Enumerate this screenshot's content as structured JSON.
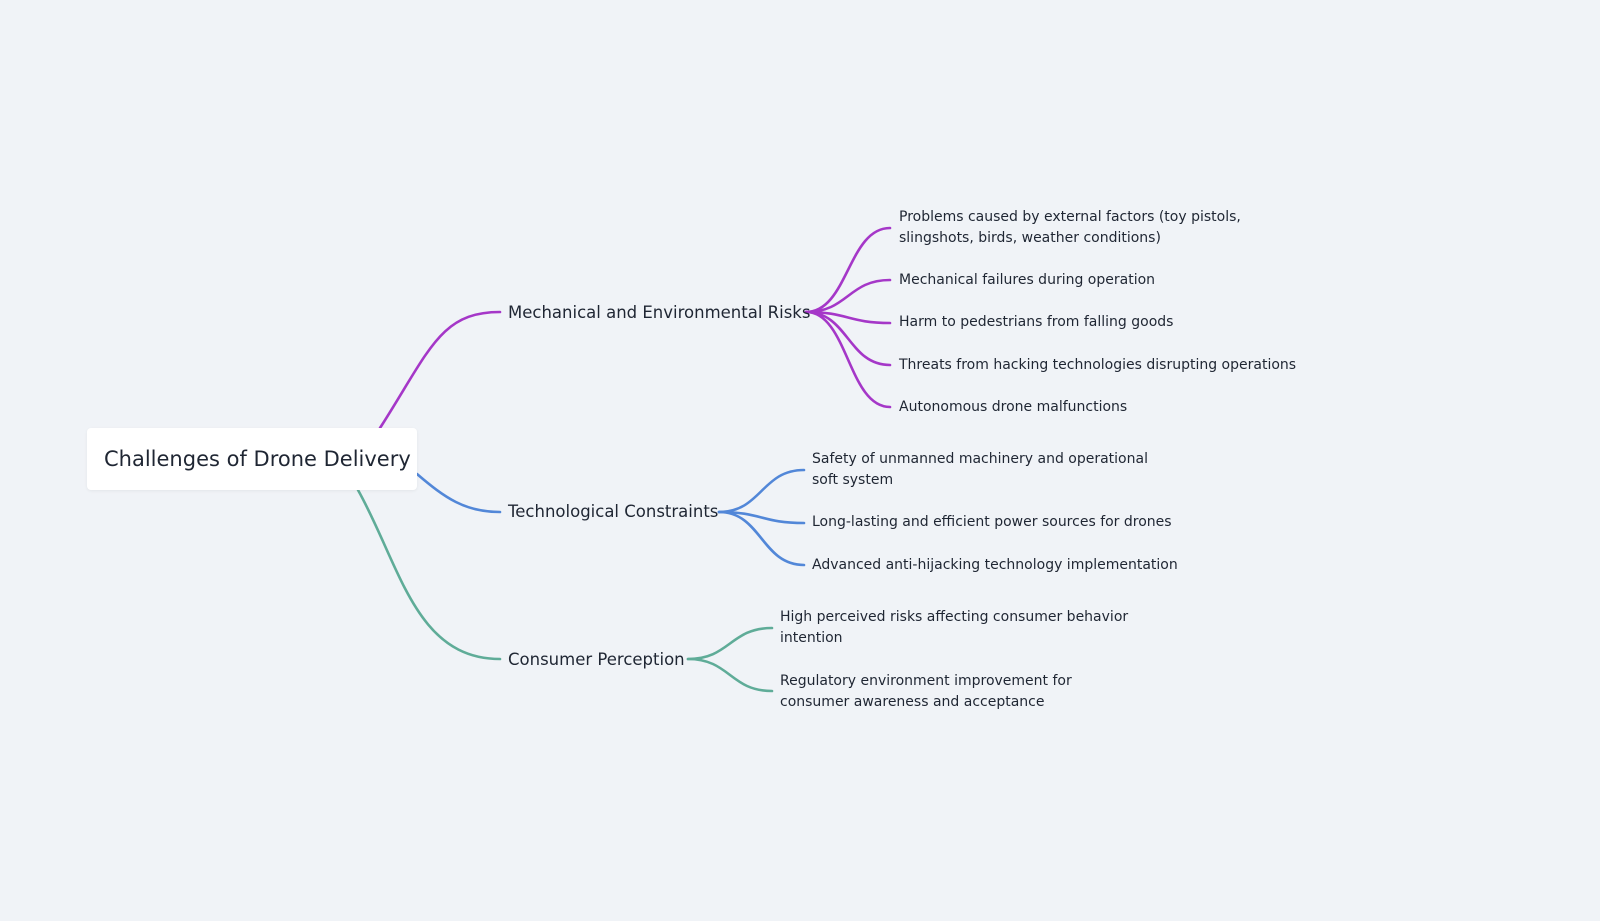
{
  "colors": {
    "background": "#f0f3f7",
    "mechanical_branch": "#a537c8",
    "technological_branch": "#5287d8",
    "consumer_branch": "#5fac98"
  },
  "root": {
    "label": "Challenges of Drone Delivery"
  },
  "branches": [
    {
      "label": "Mechanical and Environmental Risks",
      "color": "#a537c8",
      "children": [
        "Problems caused by external factors (toy pistols, slingshots, birds, weather conditions)",
        "Mechanical failures during operation",
        "Harm to pedestrians from falling goods",
        "Threats from hacking technologies disrupting operations",
        "Autonomous drone malfunctions"
      ]
    },
    {
      "label": "Technological Constraints",
      "color": "#5287d8",
      "children": [
        "Safety of unmanned machinery and operational soft system",
        "Long-lasting and efficient power sources for drones",
        "Advanced anti-hijacking technology implementation"
      ]
    },
    {
      "label": "Consumer Perception",
      "color": "#5fac98",
      "children": [
        "High perceived risks affecting consumer behavior intention",
        "Regulatory environment improvement for consumer awareness and acceptance"
      ]
    }
  ]
}
